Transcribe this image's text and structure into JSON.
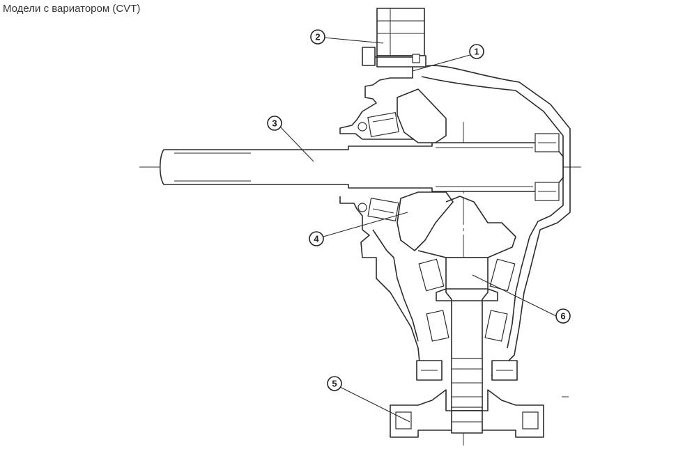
{
  "title": "Модели с вариатором (CVT)",
  "callouts": [
    {
      "id": "1",
      "label": "1"
    },
    {
      "id": "2",
      "label": "2"
    },
    {
      "id": "3",
      "label": "3"
    },
    {
      "id": "4",
      "label": "4"
    },
    {
      "id": "5",
      "label": "5"
    },
    {
      "id": "6",
      "label": "6"
    }
  ]
}
